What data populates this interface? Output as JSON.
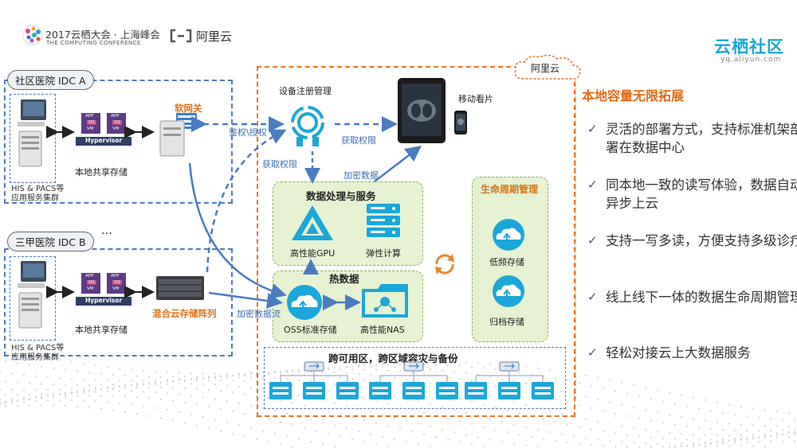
{
  "header": {
    "conference_title": "2017云栖大会 · 上海峰会",
    "conference_subtitle": "THE COMPUTING CONFERENCE",
    "aliyun_name": "阿里云",
    "brand": "云栖社区",
    "brand_url": "yq.aliyun.com"
  },
  "left": {
    "idc_a_label": "社区医院 IDC A",
    "idc_b_label": "三甲医院 IDC B",
    "ellipsis": "…",
    "his_label_line1": "HIS & PACS等",
    "his_label_line2": "应用服务集群",
    "storage_label": "本地共享存储",
    "soft_gateway": "软网关",
    "hybrid_array": "混合云存储阵列",
    "hypervisor": "Hypervisor",
    "vm_app": "APP",
    "vm_os": "OS",
    "vm_vm": "VM"
  },
  "flows": {
    "auth": "鉴权\\授权",
    "get_perm_left": "获取权限",
    "get_perm_right": "获取权限",
    "encrypted_data": "加密数据",
    "encrypted_stream": "加密数据流"
  },
  "cloud": {
    "cloud_name": "阿里云",
    "device_mgmt": "设备注册管理",
    "mobile_view": "移动看片",
    "data_processing_title": "数据处理与服务",
    "gpu_label": "高性能GPU",
    "elastic_label": "弹性计算",
    "hot_data_title": "热数据",
    "oss_label": "OSS标准存储",
    "nas_label": "高性能NAS",
    "lifecycle_title": "生命周期管理",
    "low_freq_label": "低频存储",
    "archive_label": "归档存储",
    "zone_title": "跨可用区，跨区域容灾与备份"
  },
  "panel": {
    "title": "本地容量无限拓展",
    "check_mark": "✓",
    "bullets": [
      "灵活的部署方式，支持标准机架部署在数据中心",
      "同本地一致的读写体验，数据自动异步上云",
      "支持一写多读，方便支持多级诊疗",
      "线上线下一体的数据生命周期管理",
      "轻松对接云上大数据服务"
    ]
  },
  "colors": {
    "brand_blue": "#1aa6d6",
    "accent_orange": "#e06a12",
    "dash_blue": "#4e7cbe",
    "cloud_orange": "#e1742b",
    "green_fill": "#e6f2d2"
  }
}
